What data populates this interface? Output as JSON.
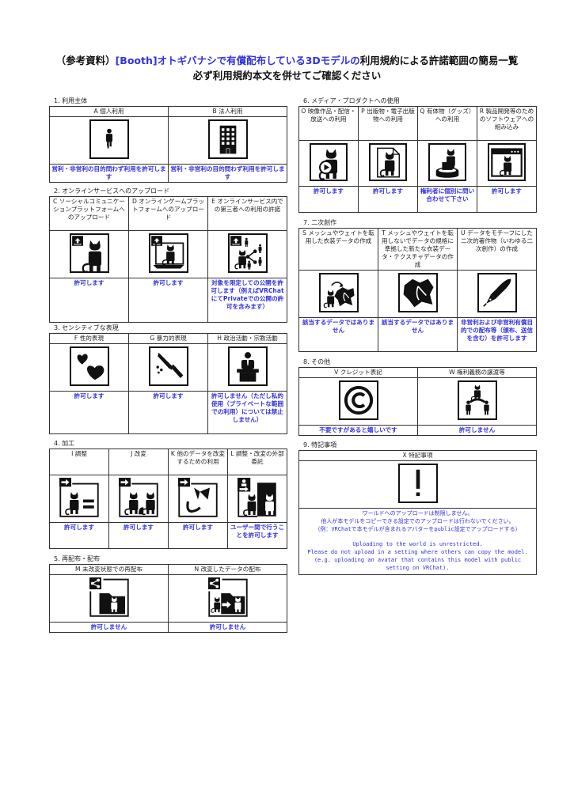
{
  "header": {
    "title_prefix": "（参考資料）",
    "title_blue": "[Booth]オトギバナシで有償配布している3Dモデルの",
    "title_suffix": "利用規約による許諾範囲の簡易一覧",
    "subtitle": "必ず利用規約本文を併せてご確認ください"
  },
  "colors": {
    "accent_blue": "#3333dd",
    "border": "#111111"
  },
  "sections": {
    "s1": {
      "label": "1. 利用主体",
      "items": [
        {
          "head": "A 個人利用",
          "icon": "person-icon",
          "result": "営利・非営利の目的問わず利用を許可します"
        },
        {
          "head": "B 法人利用",
          "icon": "building-icon",
          "result": "営利・非営利の目的問わず利用を許可します"
        }
      ]
    },
    "s2": {
      "label": "2. オンラインサービスへのアップロード",
      "items": [
        {
          "head": "C ソーシャルコミュニケーションプラットフォームへのアップロード",
          "icon": "upload-cat-icon",
          "result": "許可します"
        },
        {
          "head": "D オンラインゲームプラットフォームへのアップロード",
          "icon": "upload-cat-monitor-icon",
          "result": "許可します"
        },
        {
          "head": "E オンラインサービス内での第三者への利用の許諾",
          "icon": "upload-share-people-icon",
          "result": "対象を限定しての公開を許可します（例えばVRChatにてPrivateでの公開の許可を含みます）"
        }
      ]
    },
    "s3": {
      "label": "3. センシティブな表現",
      "items": [
        {
          "head": "F 性的表現",
          "icon": "hearts-icon",
          "result": "許可します"
        },
        {
          "head": "G 暴力的表現",
          "icon": "knife-icon",
          "result": "許可します"
        },
        {
          "head": "H 政治活動・宗教活動",
          "icon": "podium-speaker-icon",
          "result": "許可しません（ただし私的使用（プライベートな範囲での利用）については禁止しません）"
        }
      ]
    },
    "s4": {
      "label": "4. 加工",
      "items": [
        {
          "head": "I 調整",
          "icon": "cat-equals-icon",
          "result": "許可します"
        },
        {
          "head": "J 改変",
          "icon": "cat-modified-icon",
          "result": "許可します"
        },
        {
          "head": "K 他のデータを改変するための利用",
          "icon": "cat-parts-icon",
          "result": "許可します"
        },
        {
          "head": "L 調整・改変の外部委託",
          "icon": "cat-outsource-icon",
          "result": "ユーザー間で行うことを許可します"
        }
      ]
    },
    "s5": {
      "label": "5. 再配布・配布",
      "items": [
        {
          "head": "M 未改変状態での再配布",
          "icon": "share-folder-icon",
          "result": "許可しません"
        },
        {
          "head": "N 改変したデータの配布",
          "icon": "share-folder-modified-icon",
          "result": "許可しません"
        }
      ]
    },
    "s6": {
      "label": "6. メディア・プロダクトへの使用",
      "items": [
        {
          "head": "O 映像作品・配信・放送への利用",
          "icon": "cat-video-icon",
          "result": "許可します"
        },
        {
          "head": "P 出版物・電子出版物への利用",
          "icon": "cat-document-icon",
          "result": "許可します"
        },
        {
          "head": "Q 有体物（グッズ）への利用",
          "icon": "cat-figure-icon",
          "result": "権利者に個別に問い合わせて下さい"
        },
        {
          "head": "R 製品開発等のためのソフトウェアへの組み込み",
          "icon": "cat-window-icon",
          "result": "許可します"
        }
      ]
    },
    "s7": {
      "label": "7. 二次創作",
      "items": [
        {
          "head": "S メッシュやウェイトを転用した衣装データの作成",
          "icon": "cat-to-clothes-icon",
          "result": "該当するデータではありません"
        },
        {
          "head": "T メッシュやウェイトを転用しないでデータの規格に準拠した新たな衣装データ・テクスチャデータの作成",
          "icon": "clothes-icon",
          "result": "該当するデータではありません"
        },
        {
          "head": "U データをモチーフにした二次的著作物（いわゆる二次創作）の作成",
          "icon": "pen-nib-icon",
          "result": "非営利および非営利有償目的での配布等（頒布、送信を含む）を許可します"
        }
      ]
    },
    "s8": {
      "label": "8. その他",
      "items": [
        {
          "head": "V クレジット表記",
          "icon": "copyright-icon",
          "result": "不要ですがあると嬉しいです"
        },
        {
          "head": "W 権利義務の譲渡等",
          "icon": "transfer-people-icon",
          "result": "許可しません"
        }
      ]
    },
    "s9": {
      "label": "9. 特記事項",
      "head": "X 特記事項",
      "icon": "exclamation-icon",
      "lines_jp": [
        "ワールドへのアップロードは制限しません。",
        "他人が本モデルをコピーできる設定でのアップロードは行わないでください。",
        "（例：VRChatで本モデルが含まれるアバターをpublic設定でアップロードする）"
      ],
      "lines_en": [
        "Uploading to the world is unrestricted.",
        "Please do not upload in a setting where others can copy the model.",
        "(e.g. uploading an avatar that contains this model with public setting on VRChat)."
      ]
    }
  }
}
